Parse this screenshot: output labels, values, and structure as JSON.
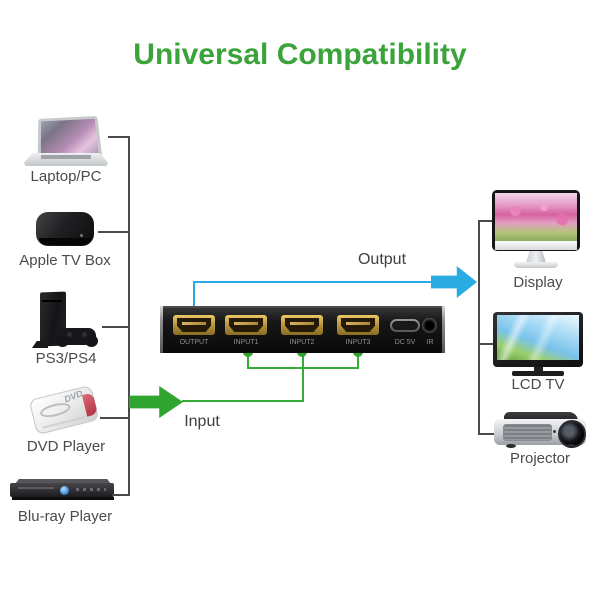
{
  "title": "Universal Compatibility",
  "diagram": {
    "input_label": "Input",
    "output_label": "Output",
    "sources": [
      {
        "label": "Laptop/PC"
      },
      {
        "label": "Apple TV Box"
      },
      {
        "label": "PS3/PS4"
      },
      {
        "label": "DVD Player"
      },
      {
        "label": "Blu-ray Player"
      }
    ],
    "sinks": [
      {
        "label": "Display"
      },
      {
        "label": "LCD TV"
      },
      {
        "label": "Projector"
      }
    ],
    "switch_ports": [
      {
        "label": "OUTPUT"
      },
      {
        "label": "INPUT1"
      },
      {
        "label": "INPUT2"
      },
      {
        "label": "INPUT3"
      },
      {
        "label": "DC 5V"
      },
      {
        "label": "IR"
      }
    ],
    "dvd_logo": "DVD"
  },
  "colors": {
    "title_green": "#3aa43a",
    "arrow_green": "#2fa52f",
    "arrow_blue": "#29abe2",
    "connector_gray": "#4a4a4a",
    "label_gray": "#4b4b4b"
  }
}
